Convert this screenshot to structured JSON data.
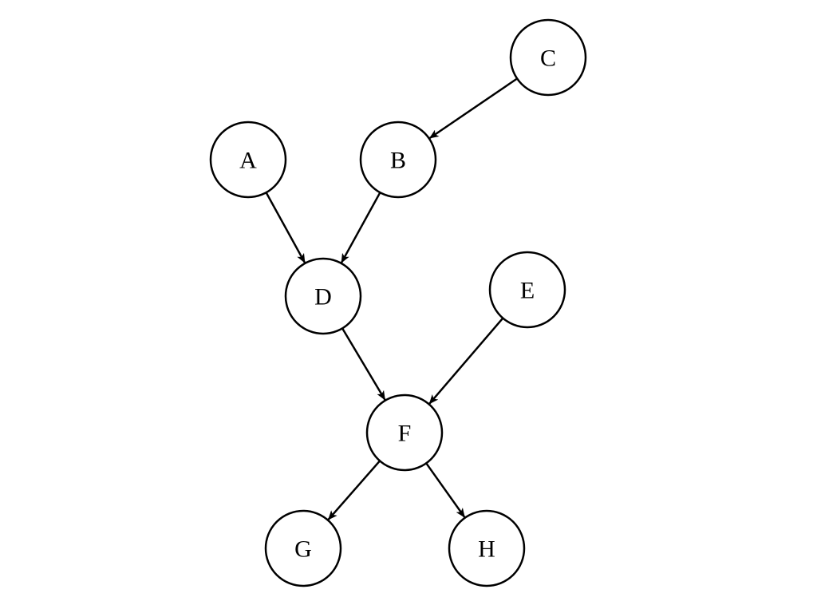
{
  "diagram": {
    "type": "directed-graph",
    "nodes": [
      {
        "id": "A",
        "label": "A"
      },
      {
        "id": "B",
        "label": "B"
      },
      {
        "id": "C",
        "label": "C"
      },
      {
        "id": "D",
        "label": "D"
      },
      {
        "id": "E",
        "label": "E"
      },
      {
        "id": "F",
        "label": "F"
      },
      {
        "id": "G",
        "label": "G"
      },
      {
        "id": "H",
        "label": "H"
      }
    ],
    "edges": [
      {
        "from": "C",
        "to": "B"
      },
      {
        "from": "A",
        "to": "D"
      },
      {
        "from": "B",
        "to": "D"
      },
      {
        "from": "D",
        "to": "F"
      },
      {
        "from": "E",
        "to": "F"
      },
      {
        "from": "F",
        "to": "G"
      },
      {
        "from": "F",
        "to": "H"
      }
    ],
    "colors": {
      "stroke": "#000000",
      "fill": "#ffffff",
      "background": "#ffffff"
    }
  }
}
